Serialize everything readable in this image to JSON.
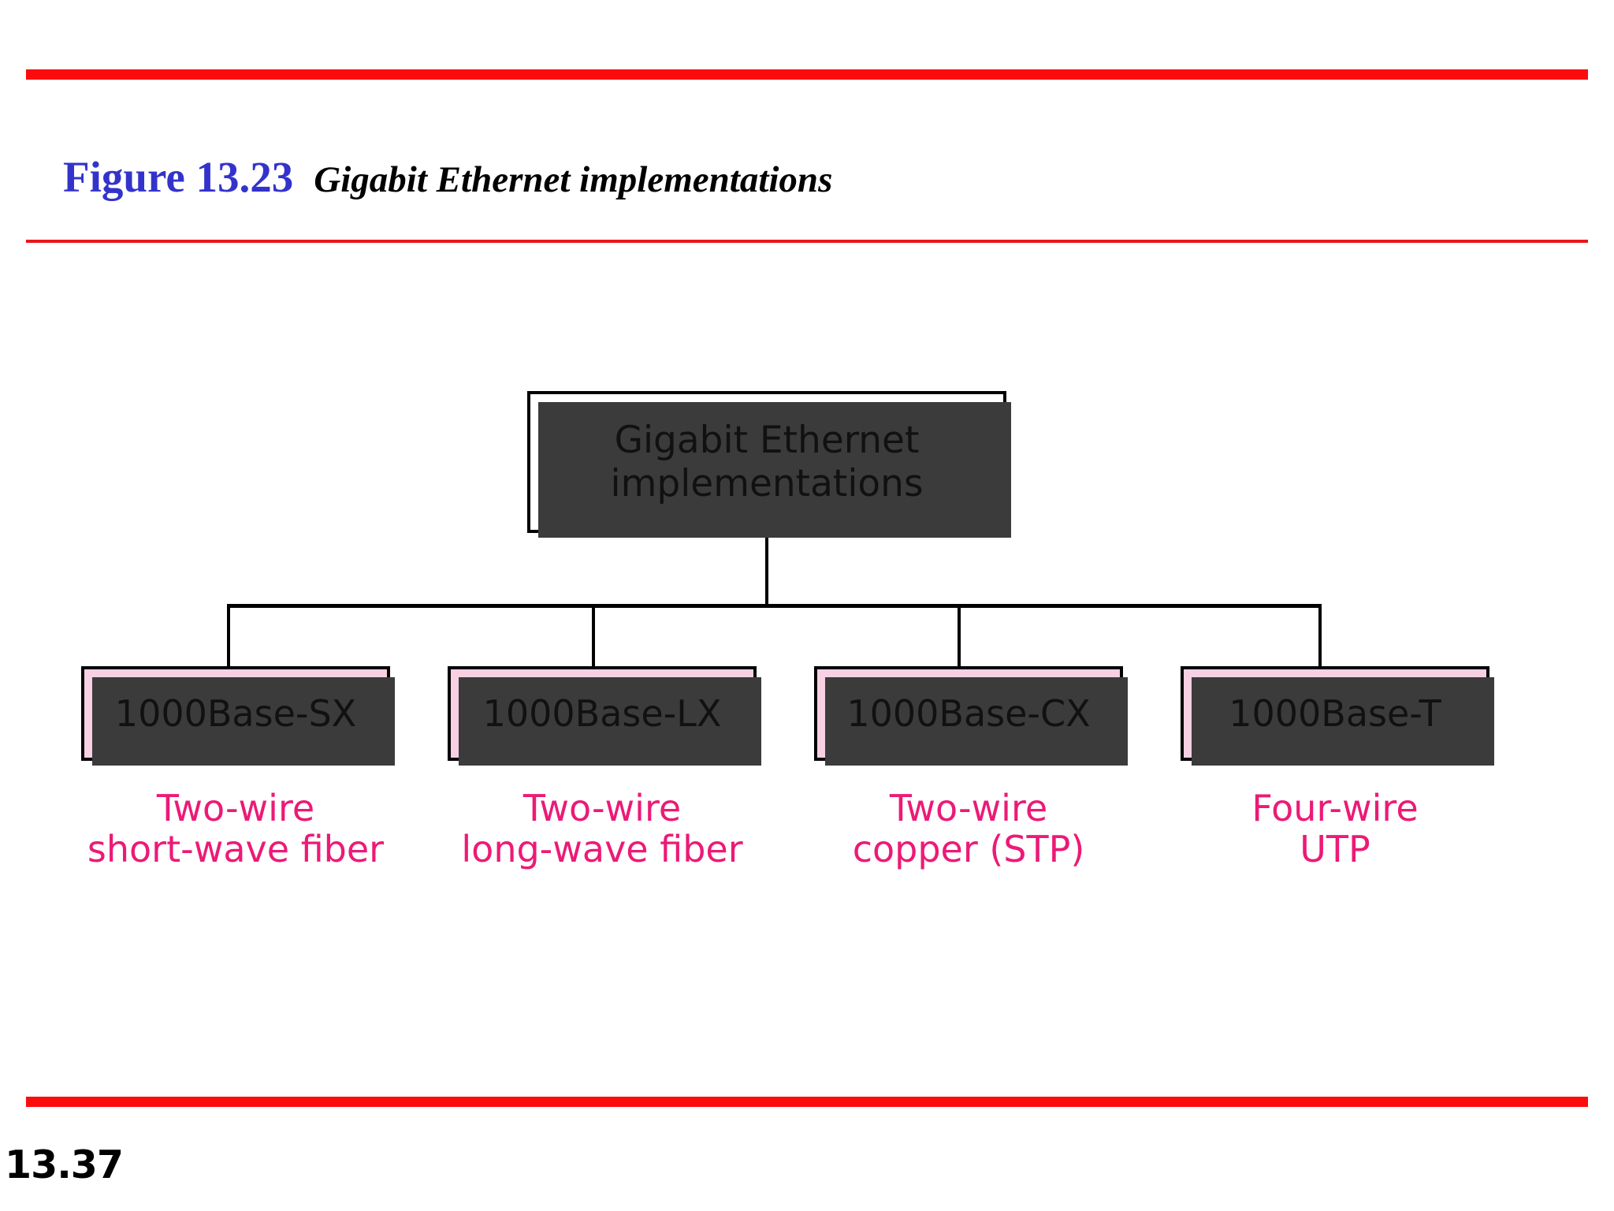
{
  "slide": {
    "page_number": "13.37",
    "figure_number": "Figure 13.23",
    "figure_title": "Gigabit Ethernet implementations"
  },
  "colors": {
    "rule_red": "#fc0d0d",
    "figure_number_blue": "#3333cc",
    "leaf_fill_pink": "#f9cfe4",
    "caption_magenta": "#ec1a76",
    "shadow_gray": "#3b3b3b",
    "border_black": "#000000",
    "root_fill_white": "#ffffff"
  },
  "diagram": {
    "type": "tree",
    "root": {
      "label": "Gigabit Ethernet\nimplementations"
    },
    "children": [
      {
        "label": "1000Base-SX",
        "caption": "Two-wire\nshort-wave fiber"
      },
      {
        "label": "1000Base-LX",
        "caption": "Two-wire\nlong-wave fiber"
      },
      {
        "label": "1000Base-CX",
        "caption": "Two-wire\ncopper (STP)"
      },
      {
        "label": "1000Base-T",
        "caption": "Four-wire\nUTP"
      }
    ]
  }
}
